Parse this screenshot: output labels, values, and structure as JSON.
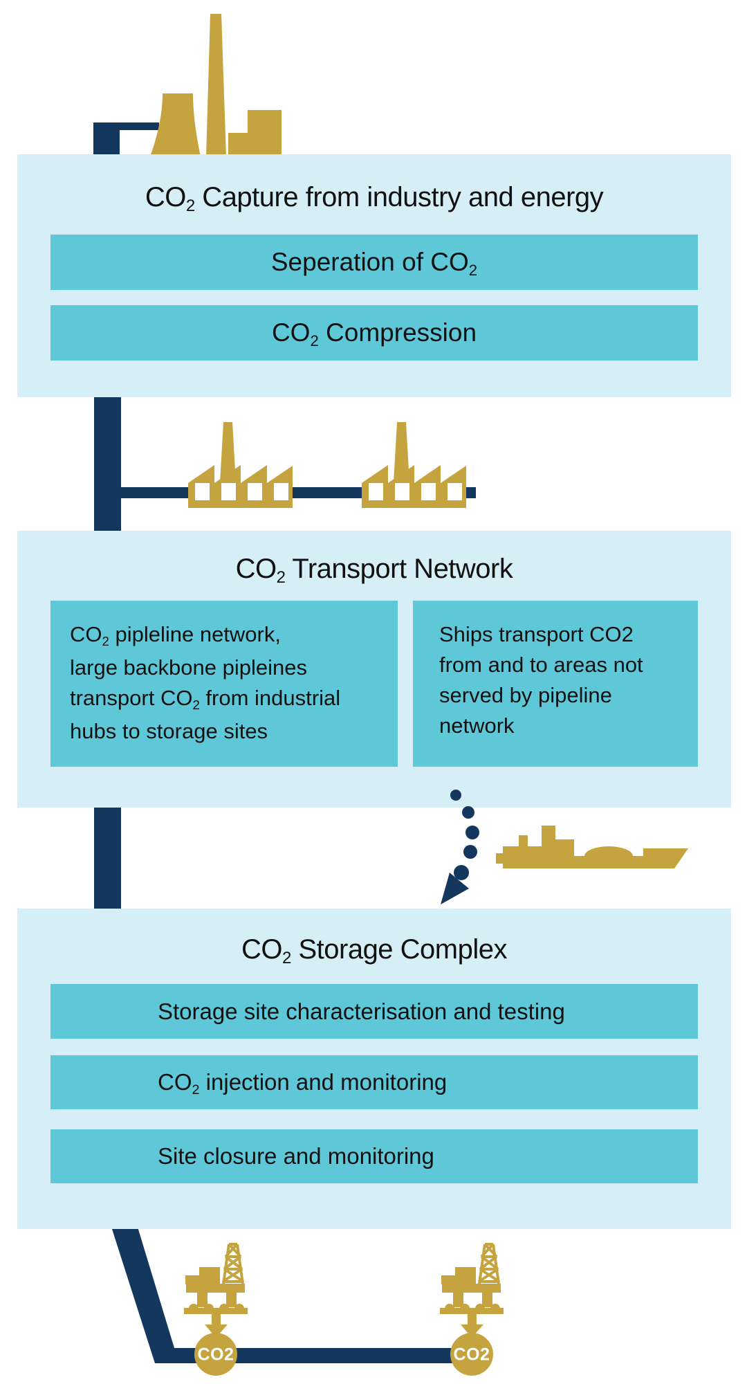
{
  "colors": {
    "panel_light_blue": "#d6eef5",
    "bar_teal": "#5fc8d8",
    "pipe_navy": "#14375e",
    "industry_gold": "#c5a440",
    "text": "#111111",
    "well_label_white": "#ffffff"
  },
  "capture": {
    "title": {
      "a": "CO",
      "sub": "2",
      "b": " Capture from industry and energy"
    },
    "row1": {
      "a": "Seperation of CO",
      "sub": "2",
      "b": ""
    },
    "row2": {
      "a": "CO",
      "sub": "2",
      "b": " Compression"
    }
  },
  "transport": {
    "title": {
      "a": "CO",
      "sub": "2",
      "b": " Transport Network"
    },
    "pipeline_note": {
      "l1a": "CO",
      "l1sub": "2",
      "l1b": " pipleline network,",
      "l2": "large backbone pipleines",
      "l3a": "transport CO",
      "l3sub": "2",
      "l3b": " from industrial",
      "l4": "hubs to storage sites"
    },
    "ship_note": {
      "l1": "Ships transport CO2",
      "l2": "from and to areas not",
      "l3": "served by pipeline",
      "l4": "network"
    }
  },
  "storage": {
    "title": {
      "a": "CO",
      "sub": "2",
      "b": " Storage Complex"
    },
    "row1": {
      "a": "Storage site characterisation and testing",
      "sub": "",
      "b": ""
    },
    "row2": {
      "a": "CO",
      "sub": "2",
      "b": " injection and monitoring"
    },
    "row3": {
      "a": "Site closure and monitoring",
      "sub": "",
      "b": ""
    }
  },
  "wells": {
    "left_label": "CO2",
    "right_label": "CO2"
  },
  "icons": {
    "power_plant": "power-plant-icon",
    "factory": "factory-icon",
    "ship": "ship-icon",
    "oil_rig": "oil-rig-icon",
    "pipeline": "pipeline-connector",
    "dotted_route": "dotted-ship-route-arrow",
    "co2_well": "co2-well-badge"
  }
}
